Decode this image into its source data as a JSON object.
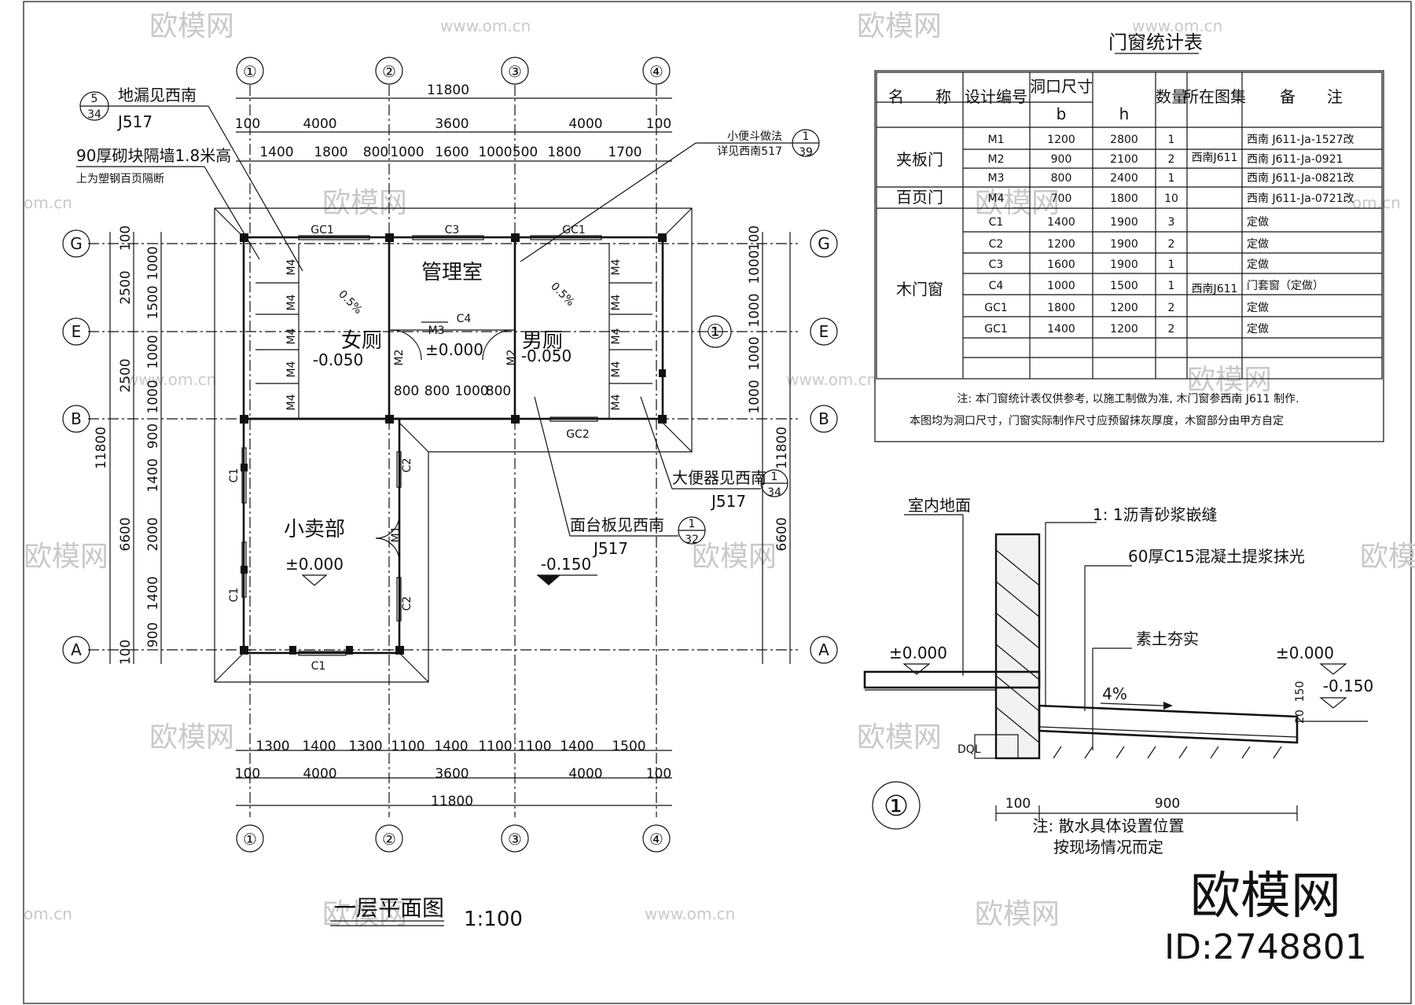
{
  "watermark": {
    "site": "www.om.cn",
    "brand": "欧模网",
    "site_short": "om.cn"
  },
  "brand_block": {
    "logo_text": "欧模网",
    "id_text": "ID:2748801"
  },
  "plan": {
    "title": "一层平面图",
    "scale": "1:100",
    "axes_num": [
      "①",
      "②",
      "③",
      "④"
    ],
    "axes_letter": {
      "G": "G",
      "E": "E",
      "B": "B",
      "A": "A"
    },
    "dims_top": {
      "total": "11800",
      "mid": [
        "100",
        "4000",
        "3600",
        "4000",
        "100"
      ],
      "detail": [
        "1400",
        "1800",
        "800",
        "1000",
        "1600",
        "1000",
        "500",
        "1800",
        "1700"
      ]
    },
    "dims_bottom": {
      "detail": [
        "1300",
        "1400",
        "1300",
        "1100",
        "1400",
        "1100",
        "1100",
        "1400",
        "1500"
      ],
      "mid": [
        "100",
        "4000",
        "3600",
        "4000",
        "100"
      ],
      "total": "11800"
    },
    "dims_left": {
      "total": "11800",
      "mid": [
        "2500",
        "2500",
        "6600",
        "100",
        "100"
      ],
      "detail": [
        "1000",
        "1500",
        "1000",
        "1000",
        "900",
        "1400",
        "2000",
        "1400",
        "900"
      ]
    },
    "dims_right": {
      "total": "11800",
      "mid": [
        "100",
        "1000",
        "1000",
        "1000",
        "1000",
        "6600"
      ]
    },
    "rooms": {
      "office": "管理室",
      "women": "女厕",
      "men": "男厕",
      "shop": "小卖部"
    },
    "levels": {
      "zero": "±0.000",
      "wc": "-0.050",
      "outside": "-0.150"
    },
    "openings": {
      "gc1": "GC1",
      "gc2": "GC2",
      "c1": "C1",
      "c2": "C2",
      "c3": "C3",
      "c4": "C4",
      "m1": "M1",
      "m2": "M2",
      "m3": "M3",
      "m4": "M4"
    },
    "slope": "0.5%",
    "notes": {
      "floor_drain": "地漏见西南",
      "floor_drain_ref": "J517",
      "floor_drain_sym_top": "5",
      "floor_drain_sym_bot": "34",
      "partition_1": "90厚砌块隔墙1.8米高",
      "partition_2": "上为塑钢百页隔断",
      "urinal_1": "小便斗做法",
      "urinal_2": "详见西南517",
      "urinal_sym_top": "1",
      "urinal_sym_bot": "39",
      "toilet": "大便器见西南",
      "toilet_ref": "J517",
      "toilet_sym_top": "1",
      "toilet_sym_bot": "34",
      "counter": "面台板见西南",
      "counter_ref": "J517",
      "counter_sym_top": "1",
      "counter_sym_bot": "32"
    },
    "inner_dims": [
      "800",
      "800",
      "1000",
      "800"
    ]
  },
  "schedule": {
    "title": "门窗统计表",
    "headers": {
      "name": "名　　称",
      "code": "设计编号",
      "opening": "洞口尺寸",
      "b": "b",
      "h": "h",
      "qty": "数量",
      "atlas": "所在图集",
      "remark": "备　　注"
    },
    "groups": {
      "panel_door": "夹板门",
      "louver_door": "百页门",
      "wood_window": "木门窗"
    },
    "atlas_values": [
      "西南J611",
      "西南J611"
    ],
    "rows": [
      {
        "code": "M1",
        "b": "1200",
        "h": "2800",
        "qty": "1",
        "remark": "西南 J611-Ja-1527改"
      },
      {
        "code": "M2",
        "b": "900",
        "h": "2100",
        "qty": "2",
        "remark": "西南 J611-Ja-0921"
      },
      {
        "code": "M3",
        "b": "800",
        "h": "2400",
        "qty": "1",
        "remark": "西南 J611-Ja-0821改"
      },
      {
        "code": "M4",
        "b": "700",
        "h": "1800",
        "qty": "10",
        "remark": "西南 J611-Ja-0721改"
      },
      {
        "code": "C1",
        "b": "1400",
        "h": "1900",
        "qty": "3",
        "remark": "定做"
      },
      {
        "code": "C2",
        "b": "1200",
        "h": "1900",
        "qty": "2",
        "remark": "定做"
      },
      {
        "code": "C3",
        "b": "1600",
        "h": "1900",
        "qty": "1",
        "remark": "定做"
      },
      {
        "code": "C4",
        "b": "1000",
        "h": "1500",
        "qty": "1",
        "remark": "门套窗（定做）"
      },
      {
        "code": "GC1",
        "b": "1800",
        "h": "1200",
        "qty": "2",
        "remark": "定做"
      },
      {
        "code": "GC1",
        "b": "1400",
        "h": "1200",
        "qty": "2",
        "remark": "定做"
      }
    ],
    "note_1": "注: 本门窗统计表仅供参考, 以施工制做为准, 木门窗参西南 J611 制作.",
    "note_2": "本图均为洞口尺寸，门窗实际制作尺寸应预留抹灰厚度，木窗部分由甲方自定"
  },
  "detail": {
    "sym": "①",
    "indoor": "室内地面",
    "joint": "1:  1沥青砂浆嵌缝",
    "concrete": "60厚C15混凝土提浆抹光",
    "soil": "素土夯实",
    "lvl_in": "±0.000",
    "lvl_out_a": "±0.000",
    "lvl_out_b": "-0.150",
    "slope": "4%",
    "beam": "DQL",
    "d150": "150",
    "d20": "20",
    "d100": "100",
    "d900": "900",
    "note_1": "注: 散水具体设置位置",
    "note_2": "按现场情况而定"
  }
}
